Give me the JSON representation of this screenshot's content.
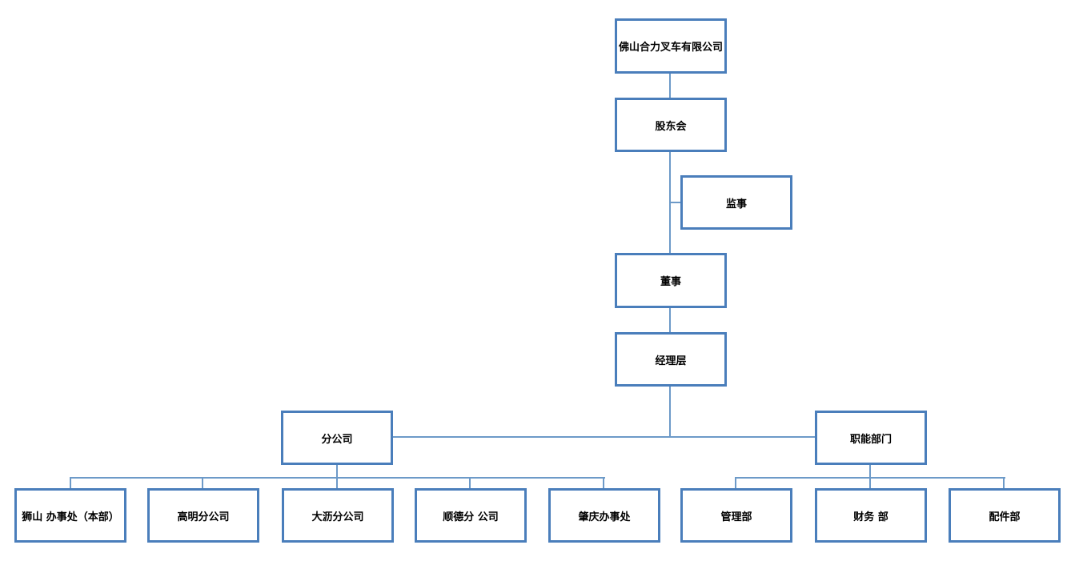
{
  "diagram": {
    "type": "org-chart",
    "background": "#ffffff"
  },
  "colors": {
    "box_border": "#4a7ebb",
    "connector": "#6d9ac8",
    "text": "#000000",
    "box_fill": "#ffffff"
  },
  "nodes": {
    "company": {
      "label": "佛山合力叉车有限公司"
    },
    "shareholders": {
      "label": "股东会"
    },
    "supervisor": {
      "label": "监事"
    },
    "director": {
      "label": "董事"
    },
    "management": {
      "label": "经理层"
    },
    "branch": {
      "label": "分公司"
    },
    "functional": {
      "label": "职能部门"
    },
    "shishan": {
      "label": "狮山 办事处（本部）"
    },
    "gaoming": {
      "label": "高明分公司"
    },
    "dali": {
      "label": "大沥分公司"
    },
    "shunde": {
      "label": "顺德分 公司"
    },
    "zhaoqing": {
      "label": "肇庆办事处"
    },
    "guanli": {
      "label": "管理部"
    },
    "caiwu": {
      "label": "财务 部"
    },
    "peijian": {
      "label": "配件部"
    }
  },
  "hierarchy": {
    "root": "company",
    "edges": [
      [
        "company",
        "shareholders"
      ],
      [
        "shareholders",
        "supervisor"
      ],
      [
        "shareholders",
        "director"
      ],
      [
        "director",
        "management"
      ],
      [
        "management",
        "branch"
      ],
      [
        "management",
        "functional"
      ],
      [
        "branch",
        "shishan"
      ],
      [
        "branch",
        "gaoming"
      ],
      [
        "branch",
        "dali"
      ],
      [
        "branch",
        "shunde"
      ],
      [
        "branch",
        "zhaoqing"
      ],
      [
        "functional",
        "guanli"
      ],
      [
        "functional",
        "caiwu"
      ],
      [
        "functional",
        "peijian"
      ]
    ]
  }
}
